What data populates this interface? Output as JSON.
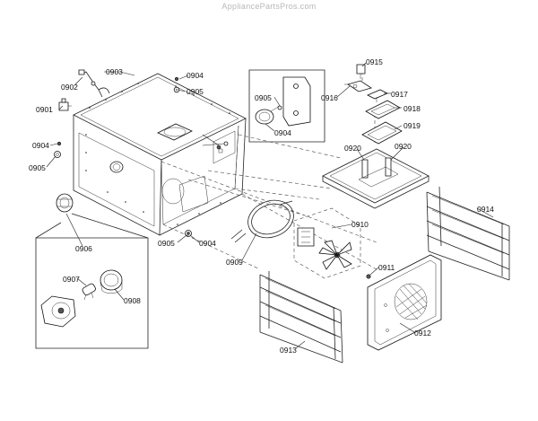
{
  "watermark": "AppliancePartsPros.com",
  "labels": {
    "p0901": "0901",
    "p0902": "0902",
    "p0903": "0903",
    "p0904_a": "0904",
    "p0905_a": "0905",
    "p0905_b": "0905",
    "p0904_b": "0904",
    "p0904_c": "0904",
    "p0905_c": "0905",
    "p0905_d": "0905",
    "p0904_d": "0904",
    "p0906": "0906",
    "p0907": "0907",
    "p0908": "0908",
    "p0909": "0909",
    "p0910": "0910",
    "p0911": "0911",
    "p0912": "0912",
    "p0913": "0913",
    "p0914": "0914",
    "p0915": "0915",
    "p0916": "0916",
    "p0917": "0917",
    "p0918": "0918",
    "p0919": "0919",
    "p0920_a": "0920",
    "p0920_b": "0920"
  }
}
